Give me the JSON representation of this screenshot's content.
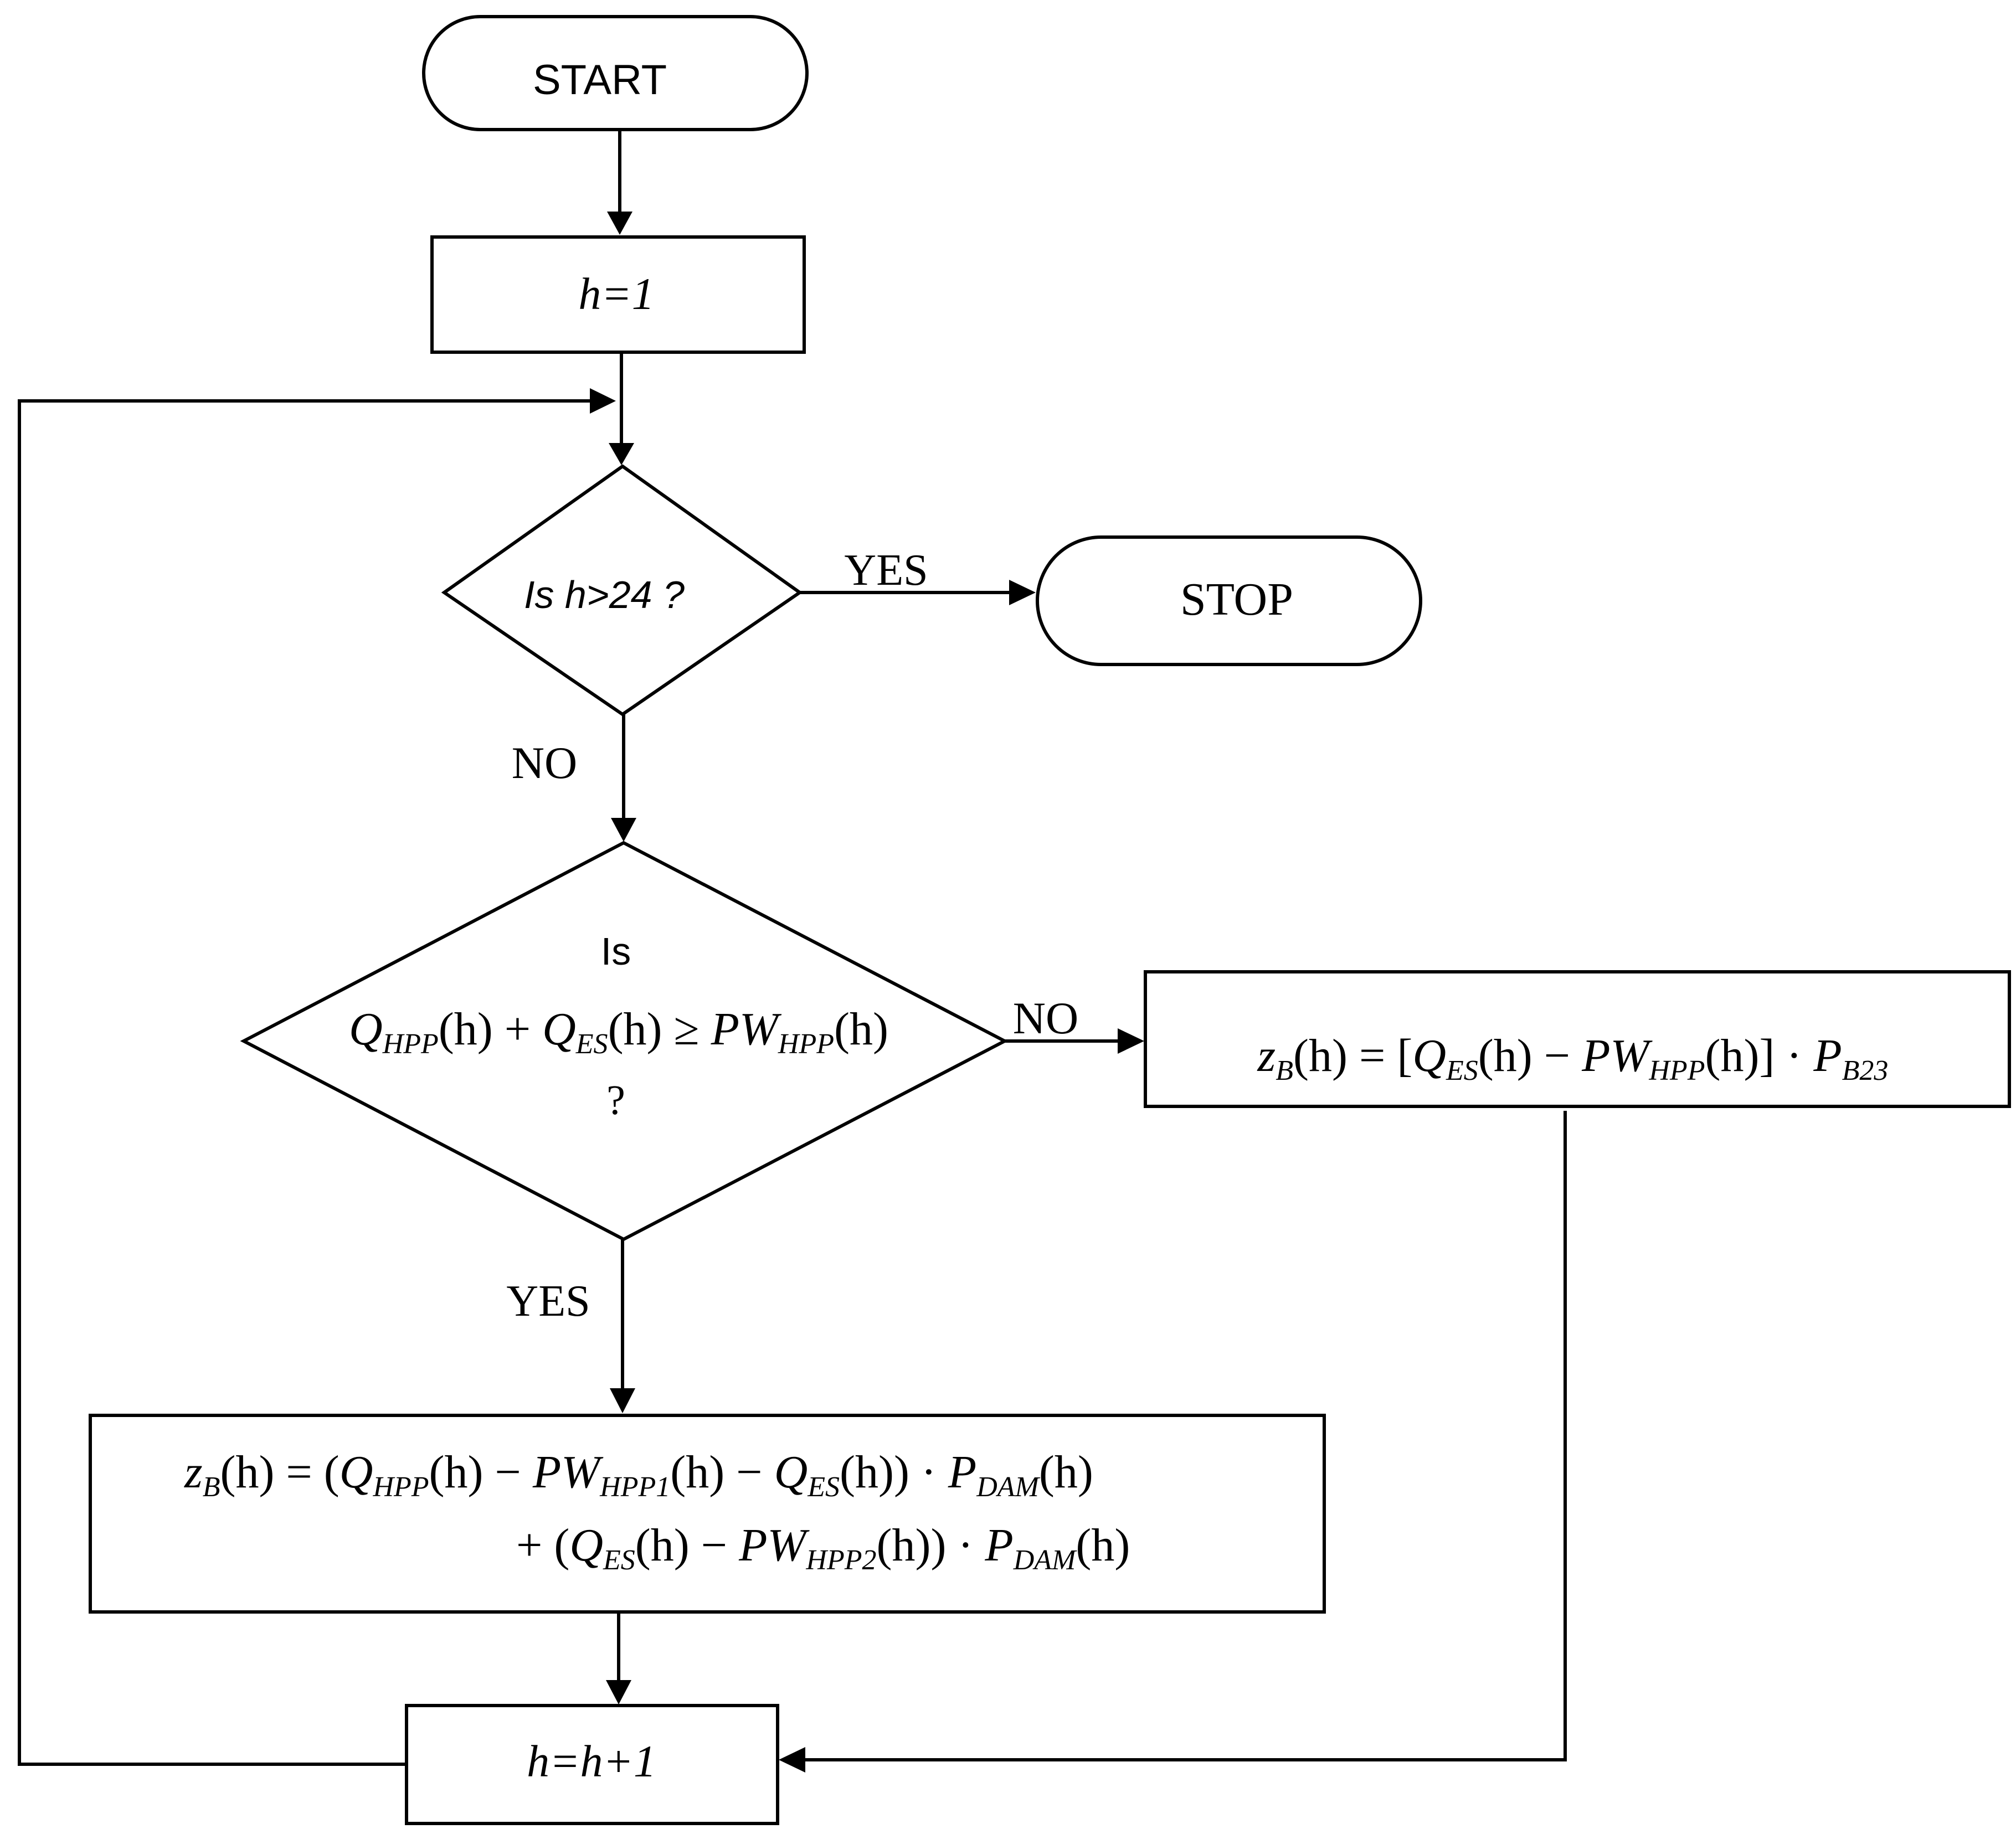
{
  "flowchart": {
    "start": "START",
    "init": "h=1",
    "cond1": "Is h>24 ?",
    "cond1_yes": "YES",
    "cond1_no": "NO",
    "stop": "STOP",
    "cond2": {
      "line1": "Is",
      "lhs_q1": "Q",
      "lhs_q1_sub": "HPP",
      "lhs_mid1": "(h) + ",
      "lhs_q2": "Q",
      "lhs_q2_sub": "ES",
      "lhs_mid2": "(h) ≥ ",
      "rhs_pw": "PW",
      "rhs_pw_sub": "HPP",
      "rhs_tail": "(h)",
      "line3": "?"
    },
    "cond2_yes": "YES",
    "cond2_no": "NO",
    "no_branch": {
      "z": "z",
      "z_sub": "B",
      "t1": "(h) = [",
      "q": "Q",
      "q_sub": "ES",
      "t2": "(h) − ",
      "pw": "PW",
      "pw_sub": "HPP",
      "t3": "(h)] · ",
      "p": "P",
      "p_sub": "B23"
    },
    "yes_branch": {
      "l1_z": "z",
      "l1_z_sub": "B",
      "l1_t1": "(h) =  (",
      "l1_q": "Q",
      "l1_q_sub": "HPP",
      "l1_t2": "(h) − ",
      "l1_pw": "PW",
      "l1_pw_sub": "HPP1",
      "l1_t3": "(h) − ",
      "l1_q2": "Q",
      "l1_q2_sub": "ES",
      "l1_t4": "(h)) · ",
      "l1_p": "P",
      "l1_p_sub": "DAM",
      "l1_t5": "(h)",
      "l2_t0": "+ (",
      "l2_q": "Q",
      "l2_q_sub": "ES",
      "l2_t1": "(h) − ",
      "l2_pw": "PW",
      "l2_pw_sub": "HPP2",
      "l2_t2": "(h)) · ",
      "l2_p": "P",
      "l2_p_sub": "DAM",
      "l2_t3": "(h)"
    },
    "increment": "h=h+1"
  }
}
